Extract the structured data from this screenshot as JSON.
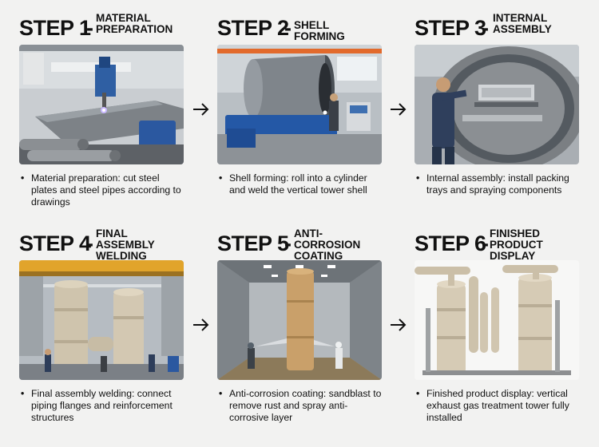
{
  "steps": [
    {
      "number": "STEP 1",
      "title_lines": [
        "MATERIAL",
        "PREPARATION"
      ],
      "bullet": "•",
      "description": "Material preparation: cut steel plates and steel pipes according to drawings"
    },
    {
      "number": "STEP 2",
      "title_lines": [
        "SHELL FORMING"
      ],
      "bullet": "•",
      "description": "Shell forming: roll into a cylinder and weld the vertical tower shell"
    },
    {
      "number": "STEP 3",
      "title_lines": [
        "INTERNAL",
        "ASSEMBLY"
      ],
      "bullet": "•",
      "description": "Internal assembly: install packing trays and spraying components"
    },
    {
      "number": "STEP 4",
      "title_lines": [
        "FINAL ASSEMBLY",
        "WELDING"
      ],
      "bullet": "•",
      "description": "Final assembly welding: connect piping flanges and reinforcement structures"
    },
    {
      "number": "STEP 5",
      "title_lines": [
        "ANTI-CORROSION",
        "COATING"
      ],
      "bullet": "•",
      "description": "Anti-corrosion coating: sandblast to remove rust and spray anti-corrosive layer"
    },
    {
      "number": "STEP 6",
      "title_lines": [
        "FINISHED",
        "PRODUCT DISPLAY"
      ],
      "bullet": "•",
      "description": "Finished product display: vertical exhaust gas treatment tower fully installed"
    }
  ],
  "separator": "-",
  "icons": {
    "arrow": "arrow-right-icon"
  }
}
